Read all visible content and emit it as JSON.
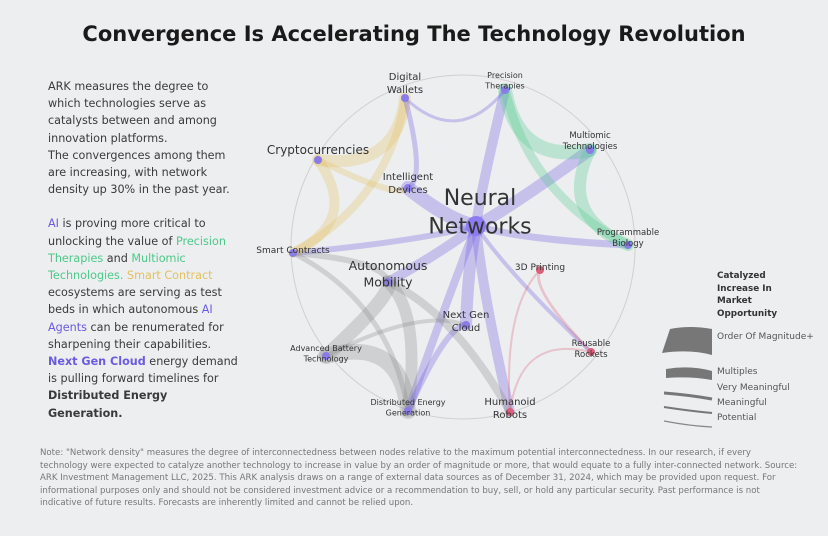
{
  "title": "Convergence Is Accelerating The Technology Revolution",
  "intro": {
    "p1": "ARK measures the degree to which technologies serve as catalysts between and among innovation platforms.",
    "p2": "The convergences among them are increasing, with network density up 30% in the past year."
  },
  "body": {
    "ai": "AI",
    "t1": " is proving more critical to unlocking the value of ",
    "pt": "Precision Therapies",
    "t2": " and ",
    "mt": "Multiomic Technologies.",
    "sc": " Smart Contract",
    "t3": " ecosystems are serving as test beds in which autonomous ",
    "aia": "AI Agents",
    "t4": " can be renumerated for sharpening their capabilities. ",
    "ngc": "Next Gen Cloud",
    "t5": " energy demand is pulling forward timelines for ",
    "deg": "Distributed Energy Generation."
  },
  "nodes": [
    {
      "id": "dw",
      "label": "Digital Wallets"
    },
    {
      "id": "pt",
      "label": "Precision Therapies"
    },
    {
      "id": "mt",
      "label": "Multiomic Technologies"
    },
    {
      "id": "cc",
      "label": "Cryptocurrencies"
    },
    {
      "id": "id",
      "label": "Intelligent Devices"
    },
    {
      "id": "nn",
      "label": "Neural Networks"
    },
    {
      "id": "pb",
      "label": "Programmable Biology"
    },
    {
      "id": "sc",
      "label": "Smart Contracts"
    },
    {
      "id": "am",
      "label": "Autonomous Mobility"
    },
    {
      "id": "3d",
      "label": "3D Printing"
    },
    {
      "id": "ng",
      "label": "Next Gen Cloud"
    },
    {
      "id": "rr",
      "label": "Reusable Rockets"
    },
    {
      "id": "ab",
      "label": "Advanced Battery Technology"
    },
    {
      "id": "de",
      "label": "Distributed Energy Generation"
    },
    {
      "id": "hr",
      "label": "Humanoid Robots"
    }
  ],
  "legend": {
    "heading": "Catalyzed Increase In Market Opportunity",
    "items": [
      "Order Of Magnitude+",
      "Multiples",
      "Very Meaningful",
      "Meaningful",
      "Potential"
    ]
  },
  "note": "Note: \"Network density\" measures the degree of interconnectedness between nodes relative to the maximum potential interconnectedness. In our research, if every technology were expected to catalyze another technology to increase in value by an order of magnitude or more, that would equate to a fully inter-connected network. Source: ARK Investment Management LLC, 2025. This ARK analysis draws on a range of external data sources as of December 31, 2024, which may be provided upon request. For informational purposes only and should not be considered investment advice or a recommendation to buy, sell, or hold any particular security. Past performance is not indicative of future results. Forecasts are inherently limited and cannot be relied upon.",
  "colors": {
    "ai": "#6b5be0",
    "green": "#4cc98a",
    "yellow": "#e3c160",
    "red": "#d9607a",
    "gray": "#8a8a8a"
  }
}
